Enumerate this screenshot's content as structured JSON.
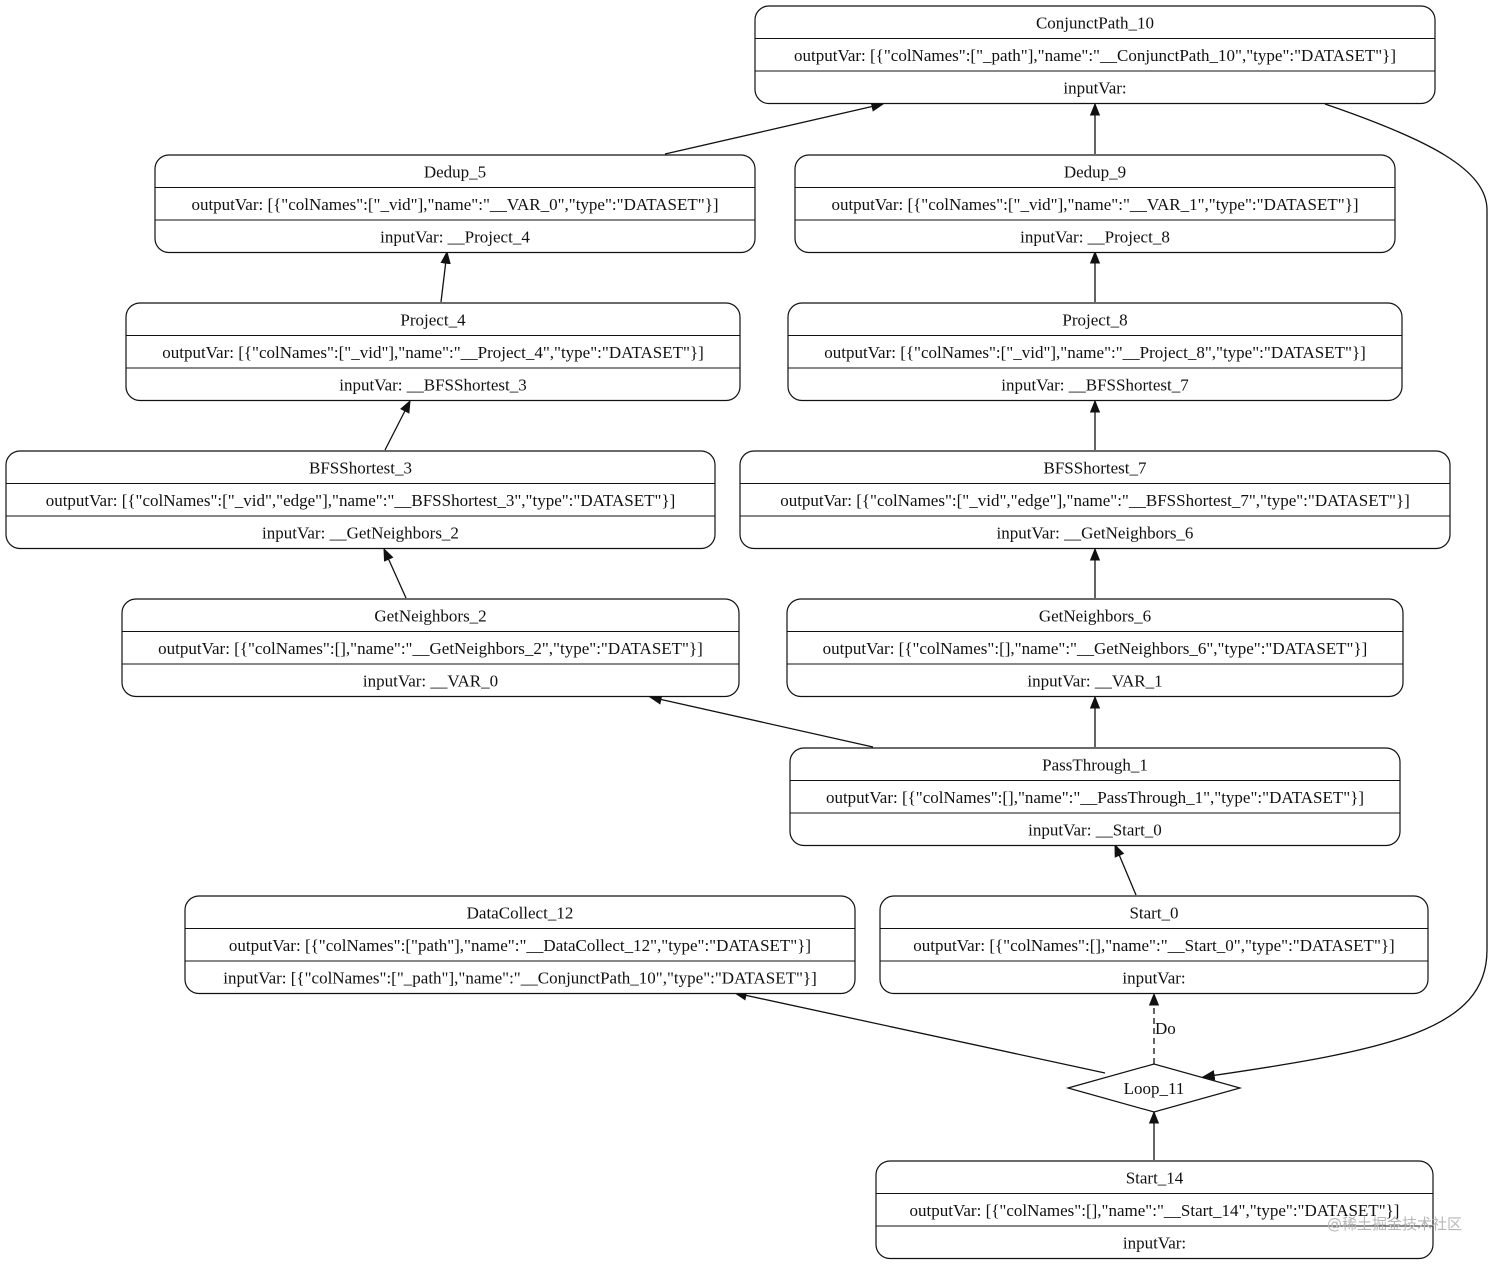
{
  "diagram": {
    "nodes": [
      {
        "id": "ConjunctPath_10",
        "title": "ConjunctPath_10",
        "output": "outputVar: [{\"colNames\":[\"_path\"],\"name\":\"__ConjunctPath_10\",\"type\":\"DATASET\"}]",
        "input": "inputVar:"
      },
      {
        "id": "Dedup_5",
        "title": "Dedup_5",
        "output": "outputVar: [{\"colNames\":[\"_vid\"],\"name\":\"__VAR_0\",\"type\":\"DATASET\"}]",
        "input": "inputVar: __Project_4"
      },
      {
        "id": "Dedup_9",
        "title": "Dedup_9",
        "output": "outputVar: [{\"colNames\":[\"_vid\"],\"name\":\"__VAR_1\",\"type\":\"DATASET\"}]",
        "input": "inputVar: __Project_8"
      },
      {
        "id": "Project_4",
        "title": "Project_4",
        "output": "outputVar: [{\"colNames\":[\"_vid\"],\"name\":\"__Project_4\",\"type\":\"DATASET\"}]",
        "input": "inputVar: __BFSShortest_3"
      },
      {
        "id": "Project_8",
        "title": "Project_8",
        "output": "outputVar: [{\"colNames\":[\"_vid\"],\"name\":\"__Project_8\",\"type\":\"DATASET\"}]",
        "input": "inputVar: __BFSShortest_7"
      },
      {
        "id": "BFSShortest_3",
        "title": "BFSShortest_3",
        "output": "outputVar: [{\"colNames\":[\"_vid\",\"edge\"],\"name\":\"__BFSShortest_3\",\"type\":\"DATASET\"}]",
        "input": "inputVar: __GetNeighbors_2"
      },
      {
        "id": "BFSShortest_7",
        "title": "BFSShortest_7",
        "output": "outputVar: [{\"colNames\":[\"_vid\",\"edge\"],\"name\":\"__BFSShortest_7\",\"type\":\"DATASET\"}]",
        "input": "inputVar: __GetNeighbors_6"
      },
      {
        "id": "GetNeighbors_2",
        "title": "GetNeighbors_2",
        "output": "outputVar: [{\"colNames\":[],\"name\":\"__GetNeighbors_2\",\"type\":\"DATASET\"}]",
        "input": "inputVar: __VAR_0"
      },
      {
        "id": "GetNeighbors_6",
        "title": "GetNeighbors_6",
        "output": "outputVar: [{\"colNames\":[],\"name\":\"__GetNeighbors_6\",\"type\":\"DATASET\"}]",
        "input": "inputVar: __VAR_1"
      },
      {
        "id": "PassThrough_1",
        "title": "PassThrough_1",
        "output": "outputVar: [{\"colNames\":[],\"name\":\"__PassThrough_1\",\"type\":\"DATASET\"}]",
        "input": "inputVar: __Start_0"
      },
      {
        "id": "DataCollect_12",
        "title": "DataCollect_12",
        "output": "outputVar: [{\"colNames\":[\"path\"],\"name\":\"__DataCollect_12\",\"type\":\"DATASET\"}]",
        "input": "inputVar: [{\"colNames\":[\"_path\"],\"name\":\"__ConjunctPath_10\",\"type\":\"DATASET\"}]"
      },
      {
        "id": "Start_0",
        "title": "Start_0",
        "output": "outputVar: [{\"colNames\":[],\"name\":\"__Start_0\",\"type\":\"DATASET\"}]",
        "input": "inputVar:"
      },
      {
        "id": "Start_14",
        "title": "Start_14",
        "output": "outputVar: [{\"colNames\":[],\"name\":\"__Start_14\",\"type\":\"DATASET\"}]",
        "input": "inputVar:"
      }
    ],
    "loop": {
      "id": "Loop_11",
      "label": "Loop_11"
    },
    "edges": [
      {
        "id": "e1",
        "from": "Dedup_5",
        "to": "ConjunctPath_10"
      },
      {
        "id": "e2",
        "from": "Dedup_9",
        "to": "ConjunctPath_10"
      },
      {
        "id": "e3",
        "from": "Project_4",
        "to": "Dedup_5"
      },
      {
        "id": "e4",
        "from": "Project_8",
        "to": "Dedup_9"
      },
      {
        "id": "e5",
        "from": "BFSShortest_3",
        "to": "Project_4"
      },
      {
        "id": "e6",
        "from": "BFSShortest_7",
        "to": "Project_8"
      },
      {
        "id": "e7",
        "from": "GetNeighbors_2",
        "to": "BFSShortest_3"
      },
      {
        "id": "e8",
        "from": "GetNeighbors_6",
        "to": "BFSShortest_7"
      },
      {
        "id": "e9",
        "from": "PassThrough_1",
        "to": "GetNeighbors_2"
      },
      {
        "id": "e10",
        "from": "PassThrough_1",
        "to": "GetNeighbors_6"
      },
      {
        "id": "e11",
        "from": "Start_0",
        "to": "PassThrough_1"
      },
      {
        "id": "e12",
        "from": "Loop_11",
        "to": "Start_0",
        "label": "Do",
        "dashed": true
      },
      {
        "id": "e13",
        "from": "Loop_11",
        "to": "DataCollect_12"
      },
      {
        "id": "e14",
        "from": "ConjunctPath_10",
        "to": "Loop_11"
      },
      {
        "id": "e15",
        "from": "Start_14",
        "to": "Loop_11"
      }
    ]
  },
  "watermark": "@稀土掘金技术社区"
}
